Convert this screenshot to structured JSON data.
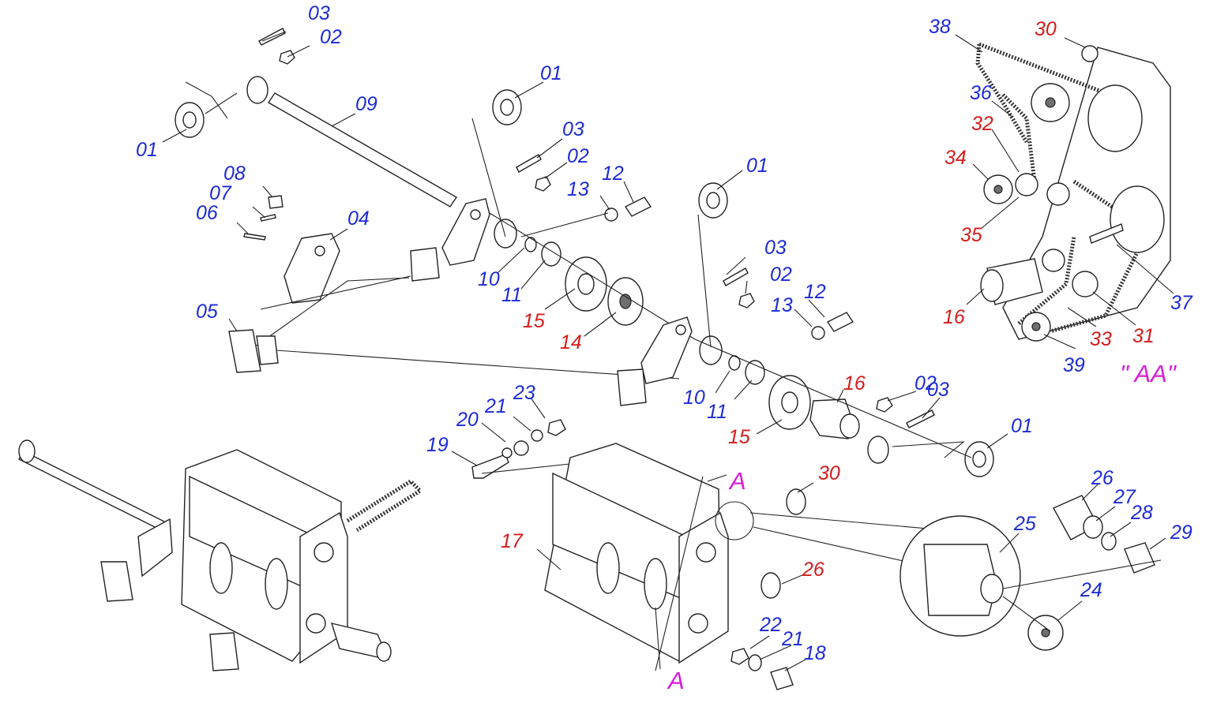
{
  "colors": {
    "blue": "#1c2bd6",
    "red": "#d61c1c",
    "magenta": "#d81ed8",
    "line": "#222222"
  },
  "labels": [
    {
      "text": "03",
      "color": "blue"
    },
    {
      "text": "02",
      "color": "blue"
    },
    {
      "text": "01",
      "color": "blue"
    },
    {
      "text": "09",
      "color": "blue"
    },
    {
      "text": "08",
      "color": "blue"
    },
    {
      "text": "07",
      "color": "blue"
    },
    {
      "text": "06",
      "color": "blue"
    },
    {
      "text": "04",
      "color": "blue"
    },
    {
      "text": "05",
      "color": "blue"
    },
    {
      "text": "01",
      "color": "blue"
    },
    {
      "text": "03",
      "color": "blue"
    },
    {
      "text": "02",
      "color": "blue"
    },
    {
      "text": "12",
      "color": "blue"
    },
    {
      "text": "13",
      "color": "blue"
    },
    {
      "text": "10",
      "color": "blue"
    },
    {
      "text": "11",
      "color": "blue"
    },
    {
      "text": "15",
      "color": "red"
    },
    {
      "text": "14",
      "color": "red"
    },
    {
      "text": "01",
      "color": "blue"
    },
    {
      "text": "03",
      "color": "blue"
    },
    {
      "text": "02",
      "color": "blue"
    },
    {
      "text": "12",
      "color": "blue"
    },
    {
      "text": "13",
      "color": "blue"
    },
    {
      "text": "10",
      "color": "blue"
    },
    {
      "text": "11",
      "color": "blue"
    },
    {
      "text": "16",
      "color": "red"
    },
    {
      "text": "02",
      "color": "blue"
    },
    {
      "text": "03",
      "color": "blue"
    },
    {
      "text": "15",
      "color": "red"
    },
    {
      "text": "01",
      "color": "blue"
    },
    {
      "text": "23",
      "color": "blue"
    },
    {
      "text": "21",
      "color": "blue"
    },
    {
      "text": "20",
      "color": "blue"
    },
    {
      "text": "19",
      "color": "blue"
    },
    {
      "text": "30",
      "color": "red"
    },
    {
      "text": "17",
      "color": "red"
    },
    {
      "text": "26",
      "color": "red"
    },
    {
      "text": "22",
      "color": "blue"
    },
    {
      "text": "21",
      "color": "blue"
    },
    {
      "text": "18",
      "color": "blue"
    },
    {
      "text": "26",
      "color": "blue"
    },
    {
      "text": "27",
      "color": "blue"
    },
    {
      "text": "28",
      "color": "blue"
    },
    {
      "text": "25",
      "color": "blue"
    },
    {
      "text": "29",
      "color": "blue"
    },
    {
      "text": "24",
      "color": "blue"
    },
    {
      "text": "38",
      "color": "blue"
    },
    {
      "text": "30",
      "color": "red"
    },
    {
      "text": "36",
      "color": "blue"
    },
    {
      "text": "32",
      "color": "red"
    },
    {
      "text": "34",
      "color": "red"
    },
    {
      "text": "35",
      "color": "red"
    },
    {
      "text": "16",
      "color": "red"
    },
    {
      "text": "37",
      "color": "blue"
    },
    {
      "text": "33",
      "color": "red"
    },
    {
      "text": "31",
      "color": "red"
    },
    {
      "text": "39",
      "color": "blue"
    }
  ],
  "section_labels": [
    {
      "text": "A",
      "color": "magenta"
    },
    {
      "text": "A",
      "color": "magenta"
    },
    {
      "text": "\" AA\"",
      "color": "magenta"
    }
  ]
}
